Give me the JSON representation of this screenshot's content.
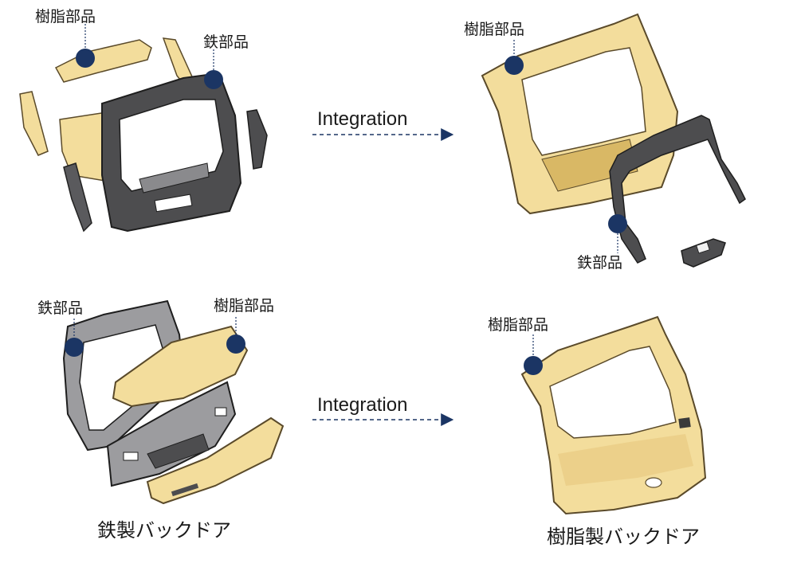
{
  "labels": {
    "resin_part": "樹脂部品",
    "iron_part": "鉄部品"
  },
  "arrows": {
    "top": "Integration",
    "bottom": "Integration"
  },
  "captions": {
    "iron_door": "鉄製バックドア",
    "resin_door": "樹脂製バックドア"
  },
  "colors": {
    "marker": "#1b3564",
    "resin": "#f3dd9c",
    "resin_shade": "#d9b865",
    "iron": "#4d4d4f",
    "iron_light": "#8a8a8d",
    "steel_panel": "#9c9c9f"
  }
}
